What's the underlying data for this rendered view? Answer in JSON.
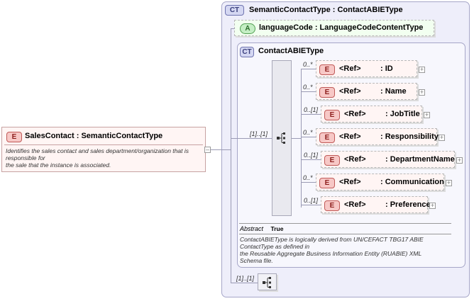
{
  "outer_type": {
    "badge": "CT",
    "title": "SemanticContactType : ContactABIEType"
  },
  "attribute": {
    "badge": "A",
    "title": "languageCode : LanguageCodeContentType"
  },
  "inner_type": {
    "badge": "CT",
    "title": "ContactABIEType"
  },
  "root_element": {
    "badge": "E",
    "title": "SalesContact : SemanticContactType",
    "description_lines": [
      "Identifies the sales contact and sales department/organization that is",
      "responsible for",
      "the sale that the instance is associated."
    ]
  },
  "sequence_cardinality": "[1]..[1]",
  "outer_sequence_cardinality": "[1]..[1]",
  "elements": [
    {
      "cardinality": "0..*",
      "badge": "E",
      "ref": "<Ref>",
      "name": ": ID"
    },
    {
      "cardinality": "0..*",
      "badge": "E",
      "ref": "<Ref>",
      "name": ": Name"
    },
    {
      "cardinality": "0..[1]",
      "badge": "E",
      "ref": "<Ref>",
      "name": ": JobTitle"
    },
    {
      "cardinality": "0..*",
      "badge": "E",
      "ref": "<Ref>",
      "name": ": Responsibility"
    },
    {
      "cardinality": "0..[1]",
      "badge": "E",
      "ref": "<Ref>",
      "name": ": DepartmentName"
    },
    {
      "cardinality": "0..*",
      "badge": "E",
      "ref": "<Ref>",
      "name": ": Communication"
    },
    {
      "cardinality": "0..[1]",
      "badge": "E",
      "ref": "<Ref>",
      "name": ": Preference"
    }
  ],
  "abstract": {
    "label": "Abstract",
    "value": "True"
  },
  "inner_description_lines": [
    "ContactABIEType is logically derived from UN/CEFACT TBG17 ABIE",
    "ContactType as defined in",
    "the Reusable Aggregate Business Information Entity (RUABIE) XML",
    "Schema file."
  ],
  "icons": [
    "plus-icon",
    "sequence-icon"
  ]
}
